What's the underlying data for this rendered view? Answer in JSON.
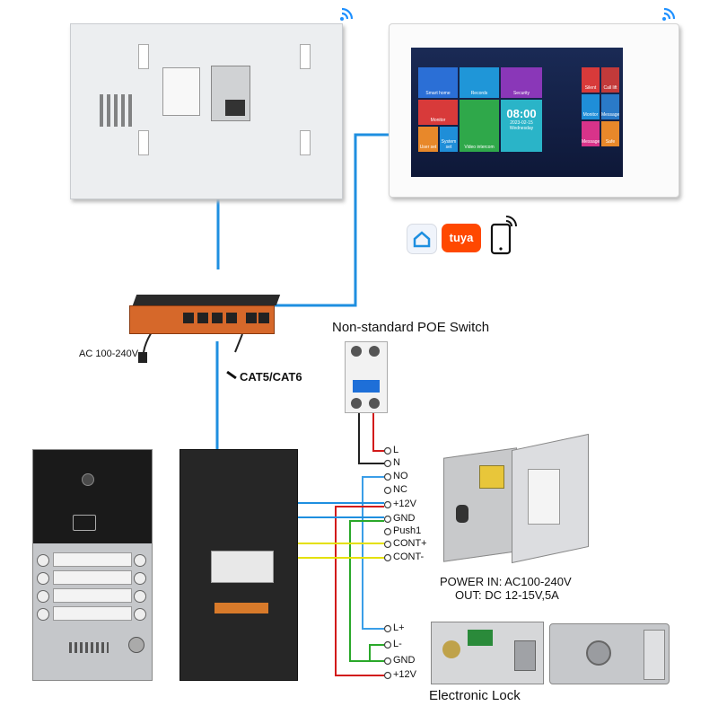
{
  "diagram": {
    "switch_title": "Non-standard POE Switch",
    "ac_input_label": "AC 100-240V",
    "cable_label": "CAT5/CAT6",
    "power_supply_in": "POWER  IN: AC100-240V",
    "power_supply_out": "OUT: DC 12-15V,5A",
    "lock_title": "Electronic Lock",
    "breaker_terminals": [
      "L",
      "N"
    ],
    "panel_terminals": [
      "NO",
      "NC",
      "+12V",
      "GND",
      "Push1",
      "CONT+",
      "CONT-"
    ],
    "lock_terminals": [
      "L+",
      "L-",
      "GND",
      "+12V"
    ],
    "app_icons": [
      "smart-home-app-icon",
      "tuya-app-icon",
      "phone-wifi-icon"
    ],
    "tuya_logo_text": "tuya",
    "colors": {
      "ethernet_blue": "#1e8fe0",
      "power_red": "#d21a1a",
      "ground_green": "#2aa82a",
      "signal_yellow": "#e4e000",
      "lock_blue": "#3a9ee8",
      "wifi_blue": "#1e90ff"
    }
  },
  "monitor_screen": {
    "tiles": [
      "Smart home",
      "Records",
      "Security",
      "Monitor",
      "System set",
      "Video intercom",
      "User set"
    ],
    "clock_time": "08:00",
    "clock_date": "2023-02-15",
    "clock_day": "Wednesday",
    "side_tiles": [
      "Silent",
      "Call lift",
      "Monitor",
      "Messages",
      "Message",
      "Safe"
    ]
  }
}
